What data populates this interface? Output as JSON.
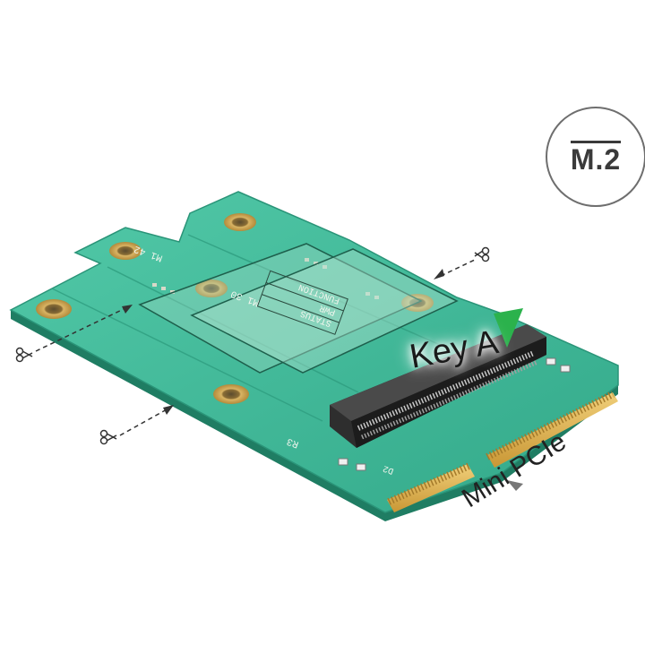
{
  "badge": {
    "label": "M.2"
  },
  "labels": {
    "key": "Key A",
    "interface": "Mini PCIe"
  },
  "silkscreen": {
    "m42": "M1 42",
    "m30": "M1 30",
    "status": "STATUS",
    "pwr": "PWR",
    "function": "FUNCTION",
    "r3": "R3",
    "d2": "D2"
  },
  "icons": {
    "cut_marks": "scissors-icon",
    "arrow": "triangle-arrow-icon",
    "key_marker": "triangle-marker-icon"
  },
  "colors": {
    "pcb": "#3fb89a",
    "gold_contacts": "#e0b658",
    "connector": "#2e2e2e",
    "key_marker": "#2bb24c"
  }
}
